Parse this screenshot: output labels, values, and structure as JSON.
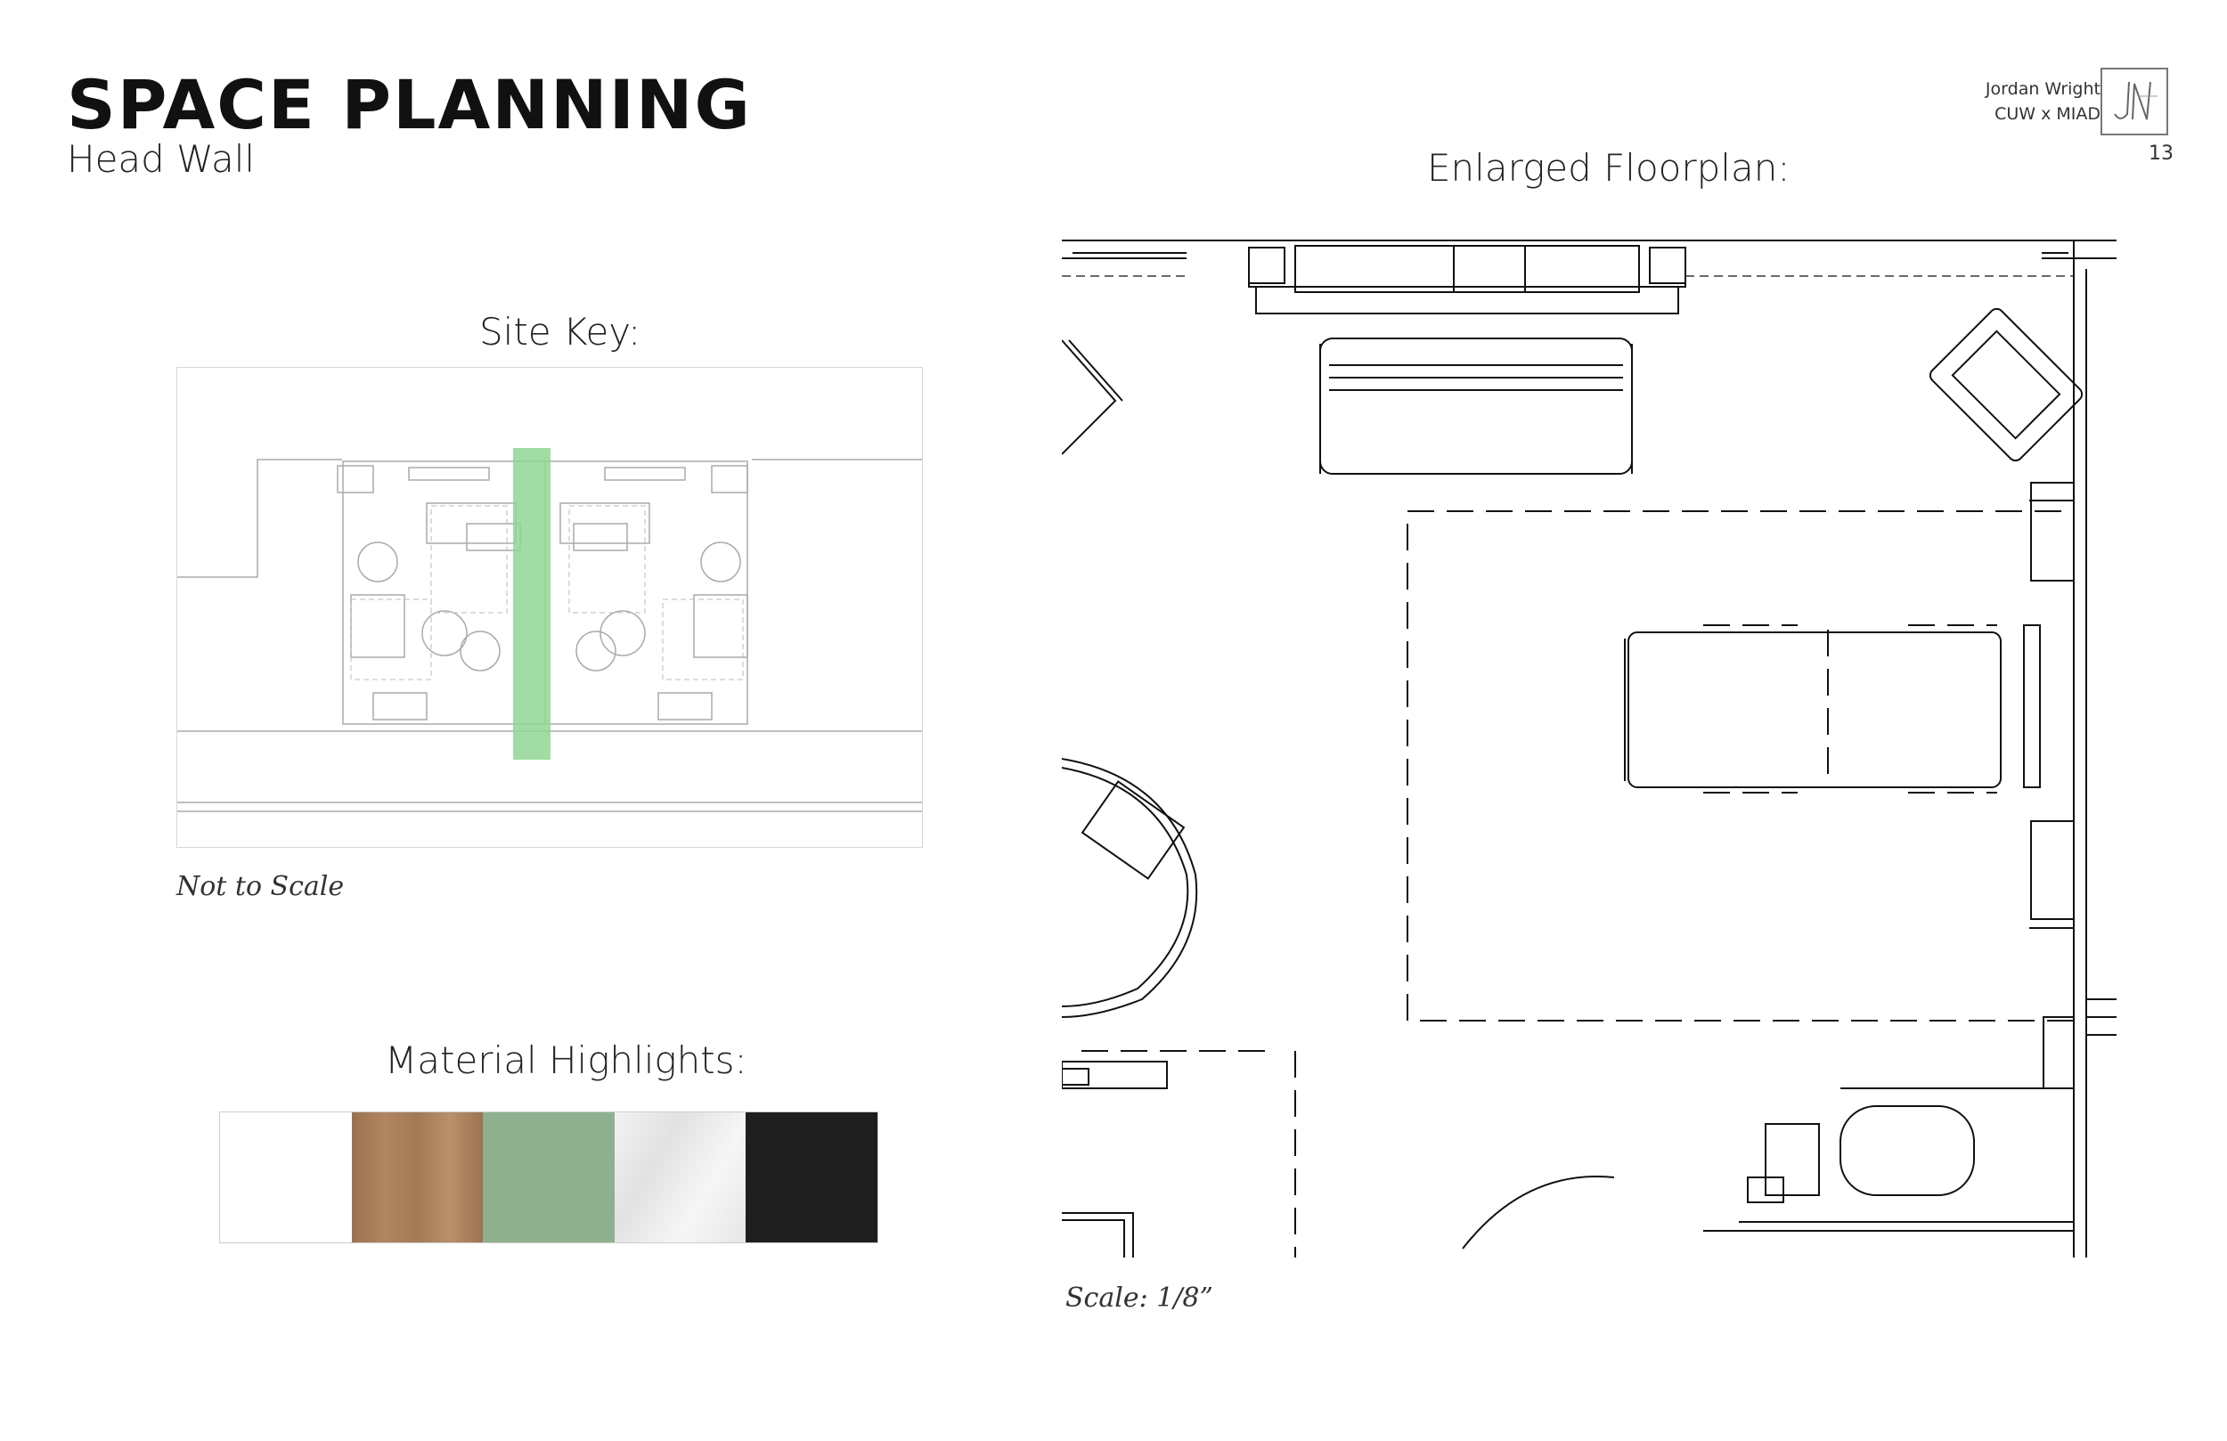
{
  "header": {
    "title": "SPACE PLANNING",
    "subtitle": "Head Wall",
    "author_name": "Jordan Wright",
    "author_program": "CUW x MIAD",
    "page_number": "13",
    "logo_icon": "jw-monogram-icon"
  },
  "site_key": {
    "heading": "Site Key:",
    "scale_note": "Not to Scale",
    "highlight_color": "#8fd694"
  },
  "materials": {
    "heading": "Material Highlights:",
    "swatches": [
      {
        "name": "white",
        "color": "#ffffff"
      },
      {
        "name": "wood",
        "color": "#a67c55"
      },
      {
        "name": "sage-fabric",
        "color": "#8fb08f"
      },
      {
        "name": "white-marble",
        "color": "#eeeeee"
      },
      {
        "name": "black",
        "color": "#1e1e1e"
      }
    ]
  },
  "floorplan": {
    "heading": "Enlarged Floorplan:",
    "scale_note": "Scale: 1/8”"
  }
}
